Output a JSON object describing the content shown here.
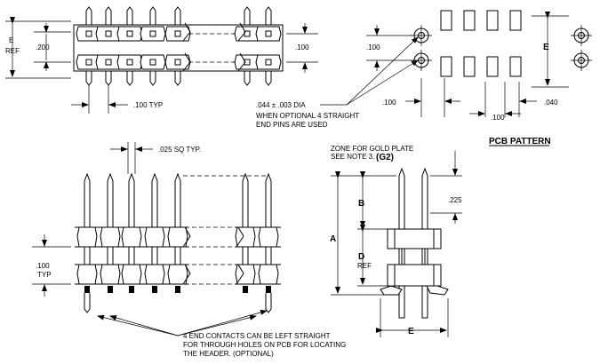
{
  "top_view": {
    "dim_e_ref": "E",
    "dim_e_ref_sub": "REF",
    "dim_200": ".200",
    "dim_100_right": ".100",
    "dim_100_typ": ".100 TYP",
    "dia_note_1": ".044 ± .003 DIA",
    "dia_note_2": "WHEN OPTIONAL 4 STRAIGHT",
    "dia_note_3": "END PINS ARE USED"
  },
  "pcb_pattern": {
    "title": "PCB PATTERN",
    "dim_100_vertical": ".100",
    "dim_e": "E",
    "dim_100_left": ".100",
    "dim_100_center": ".100",
    "dim_040": ".040"
  },
  "front_view": {
    "dim_025": ".025 SQ TYP.",
    "dim_100_typ_1": ".100",
    "dim_100_typ_2": "TYP",
    "note_1": "4 END CONTACTS CAN BE LEFT STRAIGHT",
    "note_2": "FOR THROUGH HOLES ON PCB FOR LOCATING",
    "note_3": "THE HEADER. (OPTIONAL)"
  },
  "side_view": {
    "zone_note_1": "ZONE FOR GOLD PLATE",
    "zone_note_2": "SEE NOTE 3.",
    "zone_note_code": "(G2)",
    "dim_225": ".225",
    "dim_a": "A",
    "dim_b": "B",
    "dim_d": "D",
    "dim_d_ref": "REF",
    "dim_e": "E"
  }
}
